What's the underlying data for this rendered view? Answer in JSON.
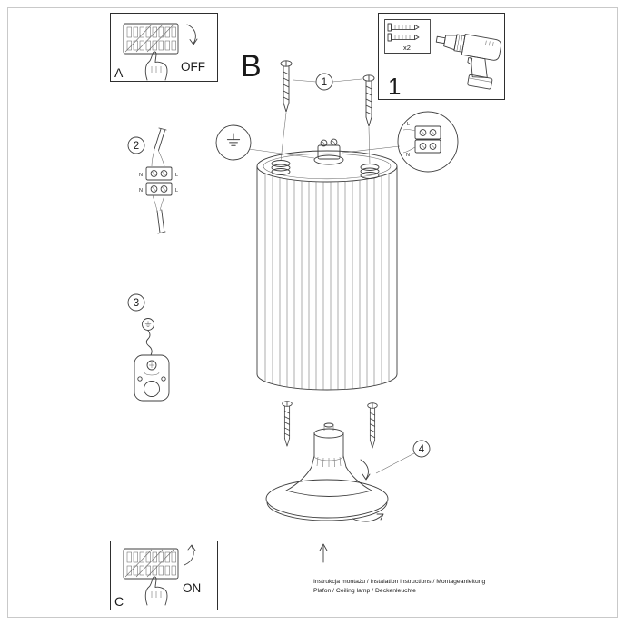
{
  "sheet": {
    "footer_line1": "Instrukcja montażu / instalation instructions / Montageanleitung",
    "footer_line2": "Plafon / Ceiling lamp / Deckenleuchte"
  },
  "panel_a": {
    "label": "A",
    "state": "OFF"
  },
  "panel_c": {
    "label": "C",
    "state": "ON"
  },
  "section_b": {
    "label": "B"
  },
  "kit": {
    "number": "1",
    "anchor_count": "x2"
  },
  "callouts": {
    "screws": "1",
    "cable": "2",
    "bracket": "3",
    "canopy": "4"
  },
  "wiring": {
    "n": "N",
    "l": "L"
  }
}
